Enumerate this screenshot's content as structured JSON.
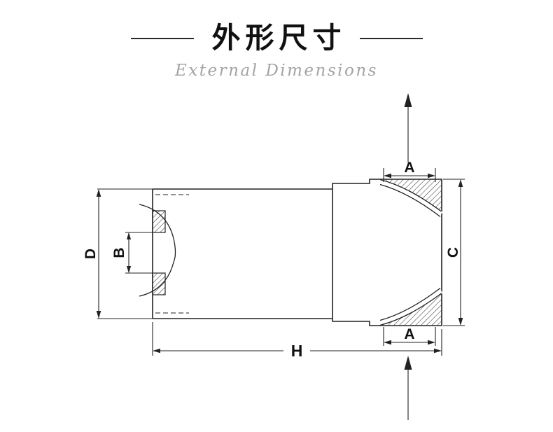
{
  "header": {
    "title": "外形尺寸",
    "subtitle": "External Dimensions"
  },
  "diagram": {
    "labels": {
      "a_top": "A",
      "a_bottom": "A",
      "b": "B",
      "c": "C",
      "d": "D",
      "h": "H"
    }
  },
  "colors": {
    "line": "#222222",
    "title_text": "#111111",
    "subtitle_text": "#a3a3a3"
  }
}
